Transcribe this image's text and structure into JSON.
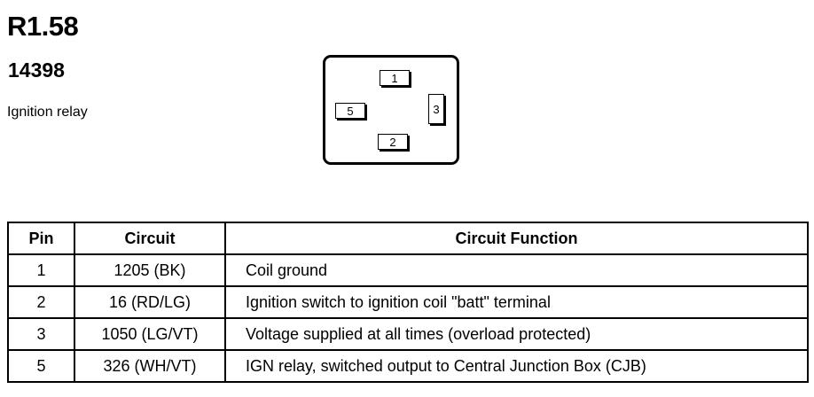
{
  "header": {
    "doc_id": "R1.58",
    "part_number": "14398",
    "component_name": "Ignition relay"
  },
  "connector": {
    "pins": [
      "1",
      "2",
      "3",
      "5"
    ]
  },
  "table": {
    "headers": [
      "Pin",
      "Circuit",
      "Circuit Function"
    ],
    "rows": [
      {
        "pin": "1",
        "circuit": "1205 (BK)",
        "function": "Coil ground"
      },
      {
        "pin": "2",
        "circuit": "16 (RD/LG)",
        "function": "Ignition switch to ignition coil \"batt\" terminal"
      },
      {
        "pin": "3",
        "circuit": "1050 (LG/VT)",
        "function": "Voltage supplied at all times (overload protected)"
      },
      {
        "pin": "5",
        "circuit": "326 (WH/VT)",
        "function": "IGN relay, switched output to Central Junction Box (CJB)"
      }
    ]
  }
}
